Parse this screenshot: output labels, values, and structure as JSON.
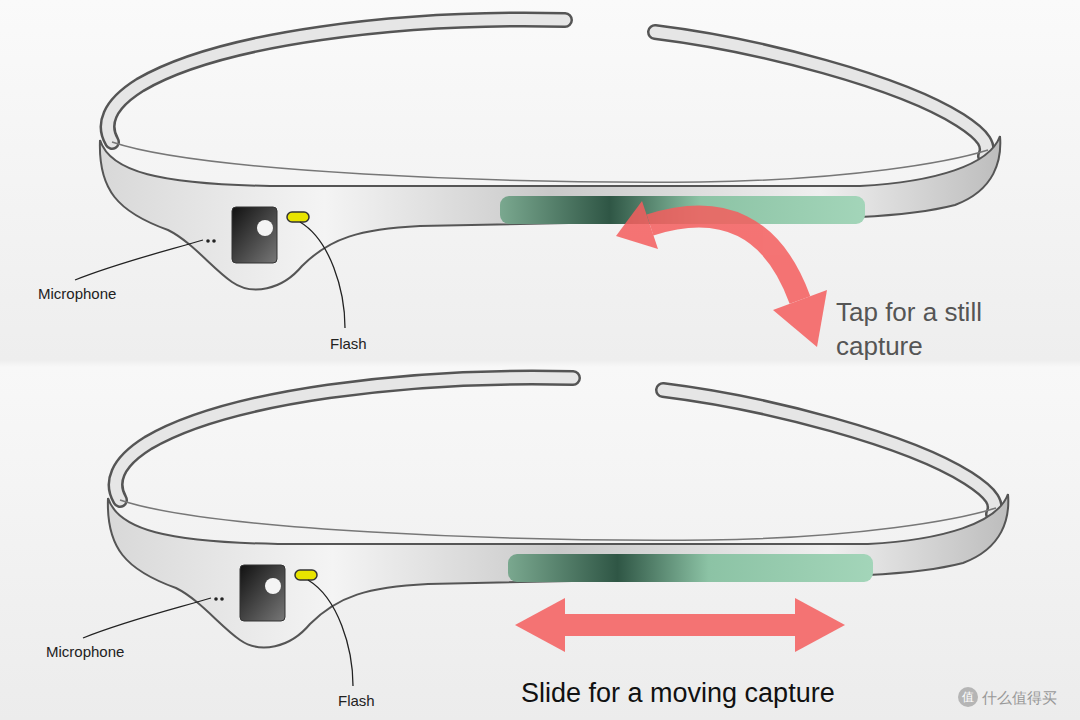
{
  "diagram": {
    "labels": [
      "Microphone",
      "Flash",
      "Tap for a still capture",
      "Microphone",
      "Flash",
      "Slide for a moving capture",
      "值",
      "什么值得买"
    ]
  }
}
